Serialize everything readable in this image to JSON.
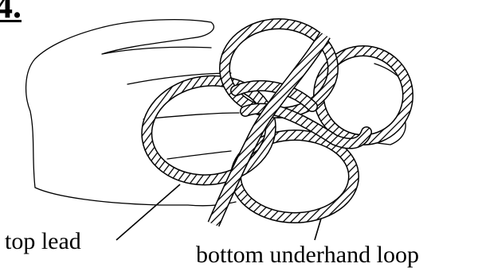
{
  "step": {
    "number": "4."
  },
  "labels": {
    "top_lead": "top lead",
    "bottom_loop": "bottom underhand loop"
  },
  "colors": {
    "ink": "#000000",
    "paper": "#ffffff"
  }
}
